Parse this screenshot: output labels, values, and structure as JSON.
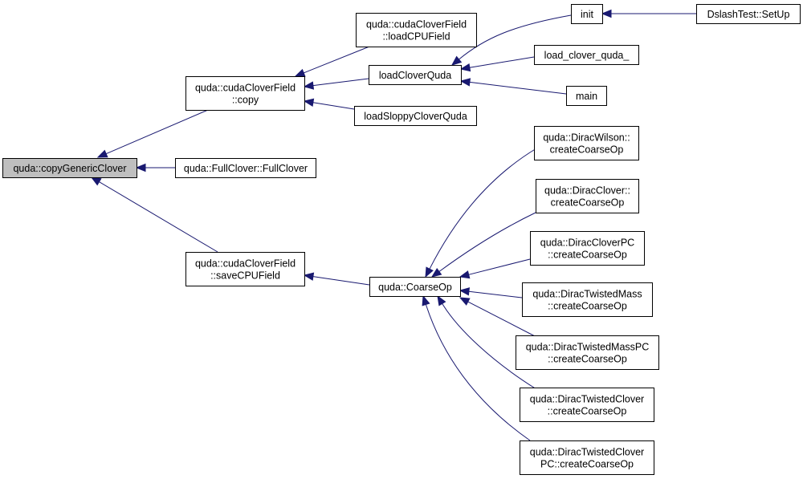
{
  "graph": {
    "nodes": [
      {
        "id": "copyGenericClover",
        "lines": [
          "quda::copyGenericClover"
        ],
        "root": true
      },
      {
        "id": "cloverFieldCopy",
        "lines": [
          "quda::cudaCloverField",
          "::copy"
        ]
      },
      {
        "id": "fullClover",
        "lines": [
          "quda::FullClover::FullClover"
        ]
      },
      {
        "id": "saveCPUField",
        "lines": [
          "quda::cudaCloverField",
          "::saveCPUField"
        ]
      },
      {
        "id": "loadCPUField",
        "lines": [
          "quda::cudaCloverField",
          "::loadCPUField"
        ]
      },
      {
        "id": "loadCloverQuda",
        "lines": [
          "loadCloverQuda"
        ]
      },
      {
        "id": "loadSloppyCloverQuda",
        "lines": [
          "loadSloppyCloverQuda"
        ]
      },
      {
        "id": "init",
        "lines": [
          "init"
        ]
      },
      {
        "id": "loadCloverQudaUnderscore",
        "lines": [
          "load_clover_quda_"
        ]
      },
      {
        "id": "main",
        "lines": [
          "main"
        ]
      },
      {
        "id": "dslashTestSetUp",
        "lines": [
          "DslashTest::SetUp"
        ]
      },
      {
        "id": "coarseOp",
        "lines": [
          "quda::CoarseOp"
        ]
      },
      {
        "id": "wilsonCreate",
        "lines": [
          "quda::DiracWilson::",
          "createCoarseOp"
        ]
      },
      {
        "id": "cloverCreate",
        "lines": [
          "quda::DiracClover::",
          "createCoarseOp"
        ]
      },
      {
        "id": "cloverPCCreate",
        "lines": [
          "quda::DiracCloverPC",
          "::createCoarseOp"
        ]
      },
      {
        "id": "twistedMassCreate",
        "lines": [
          "quda::DiracTwistedMass",
          "::createCoarseOp"
        ]
      },
      {
        "id": "twistedMassPCCreate",
        "lines": [
          "quda::DiracTwistedMassPC",
          "::createCoarseOp"
        ]
      },
      {
        "id": "twistedCloverCreate",
        "lines": [
          "quda::DiracTwistedClover",
          "::createCoarseOp"
        ]
      },
      {
        "id": "twistedCloverPCCreate",
        "lines": [
          "quda::DiracTwistedClover",
          "PC::createCoarseOp"
        ]
      }
    ],
    "edges": [
      {
        "from": "cloverFieldCopy",
        "to": "copyGenericClover"
      },
      {
        "from": "fullClover",
        "to": "copyGenericClover"
      },
      {
        "from": "saveCPUField",
        "to": "copyGenericClover"
      },
      {
        "from": "loadCPUField",
        "to": "cloverFieldCopy"
      },
      {
        "from": "loadCloverQuda",
        "to": "cloverFieldCopy"
      },
      {
        "from": "loadSloppyCloverQuda",
        "to": "cloverFieldCopy"
      },
      {
        "from": "init",
        "to": "loadCloverQuda"
      },
      {
        "from": "loadCloverQudaUnderscore",
        "to": "loadCloverQuda"
      },
      {
        "from": "main",
        "to": "loadCloverQuda"
      },
      {
        "from": "dslashTestSetUp",
        "to": "init"
      },
      {
        "from": "coarseOp",
        "to": "saveCPUField"
      },
      {
        "from": "wilsonCreate",
        "to": "coarseOp"
      },
      {
        "from": "cloverCreate",
        "to": "coarseOp"
      },
      {
        "from": "cloverPCCreate",
        "to": "coarseOp"
      },
      {
        "from": "twistedMassCreate",
        "to": "coarseOp"
      },
      {
        "from": "twistedMassPCCreate",
        "to": "coarseOp"
      },
      {
        "from": "twistedCloverCreate",
        "to": "coarseOp"
      },
      {
        "from": "twistedCloverPCCreate",
        "to": "coarseOp"
      }
    ]
  }
}
